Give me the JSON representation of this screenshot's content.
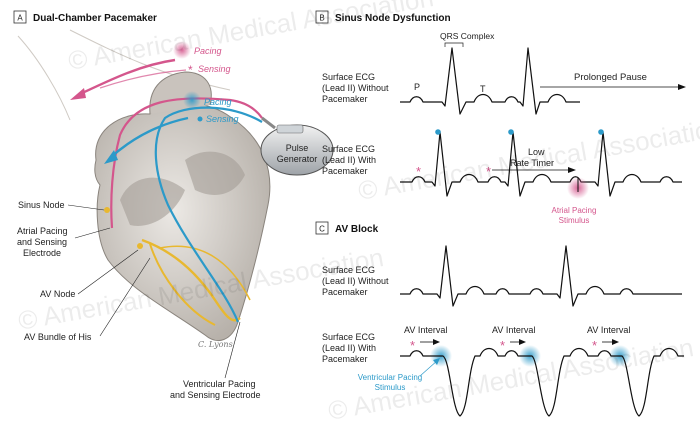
{
  "panels": {
    "a": {
      "letter": "A",
      "title": "Dual-Chamber Pacemaker"
    },
    "b": {
      "letter": "B",
      "title": "Sinus Node Dysfunction"
    },
    "c": {
      "letter": "C",
      "title": "AV Block"
    }
  },
  "panel_a": {
    "atrial_pacing": "Pacing",
    "atrial_sensing": "Sensing",
    "ventricular_pacing": "Pacing",
    "ventricular_sensing": "Sensing",
    "generator_line1": "Pulse",
    "generator_line2": "Generator",
    "sinus_node": "Sinus Node",
    "atrial_electrode": [
      "Atrial Pacing",
      "and Sensing",
      "Electrode"
    ],
    "av_node": "AV Node",
    "bundle_his": "AV Bundle of His",
    "ventricular_electrode": [
      "Ventricular Pacing",
      "and Sensing Electrode"
    ],
    "signature": "C. Lyons"
  },
  "panel_b": {
    "qrs_complex": "QRS Complex",
    "p_label": "P",
    "t_label": "T",
    "ecg_without": [
      "Surface ECG",
      "(Lead II) Without",
      "Pacemaker"
    ],
    "ecg_with": [
      "Surface ECG",
      "(Lead II) With",
      "Pacemaker"
    ],
    "prolonged_pause": "Prolonged Pause",
    "low_rate_timer": [
      "Low",
      "Rate Timer"
    ],
    "atrial_stimulus": [
      "Atrial Pacing",
      "Stimulus"
    ]
  },
  "panel_c": {
    "ecg_without": [
      "Surface ECG",
      "(Lead II) Without",
      "Pacemaker"
    ],
    "ecg_with": [
      "Surface ECG",
      "(Lead II) With",
      "Pacemaker"
    ],
    "av_interval": "AV Interval",
    "ventricular_stimulus": [
      "Ventricular Pacing",
      "Stimulus"
    ]
  },
  "watermark": "© American Medical Association",
  "colors": {
    "pink": "#d4568c",
    "cyan": "#2c9ac9",
    "yellow": "#e8b830",
    "heart": "#b8b3ad"
  }
}
